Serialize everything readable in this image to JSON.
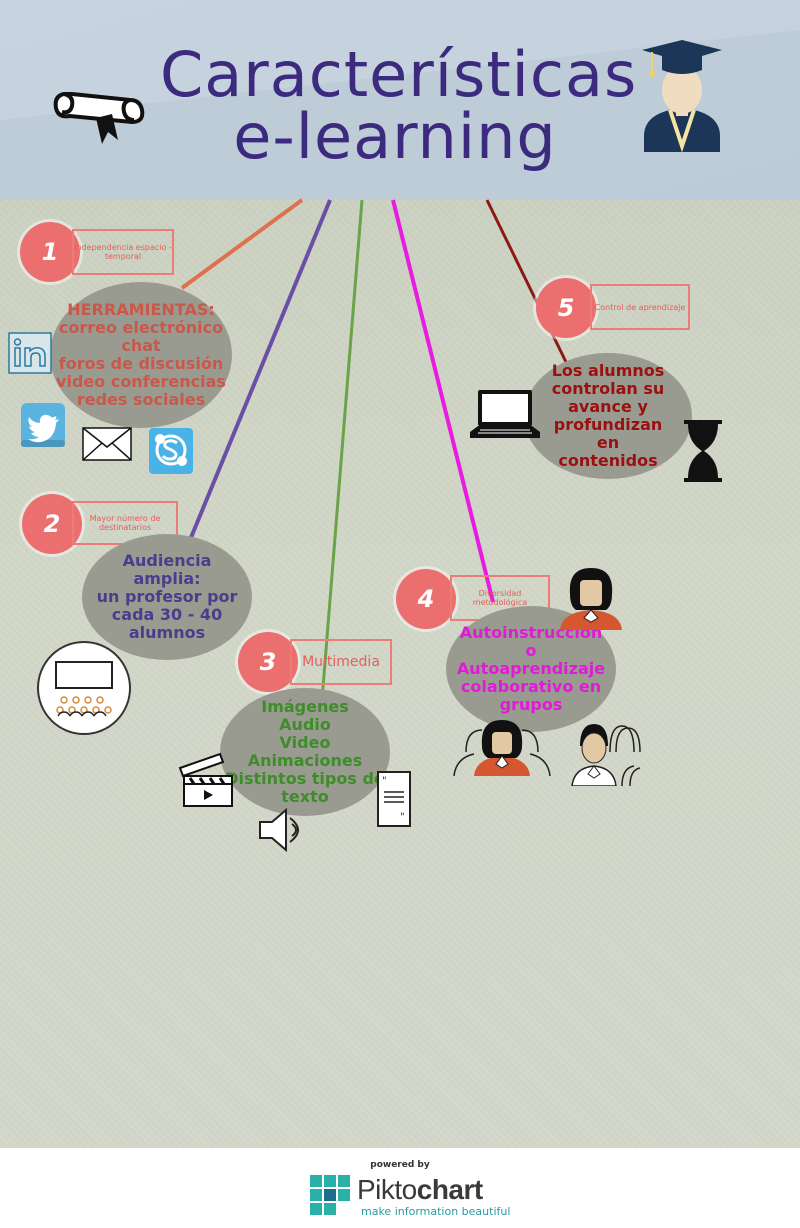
{
  "header": {
    "title_line1": "Características",
    "title_line2": "e-learning"
  },
  "items": [
    {
      "number": "1",
      "tag": "Independencia espacio - temporal",
      "bubble_lines": [
        "HERRAMIENTAS:",
        "correo electrónico",
        "chat",
        "foros de discusión",
        "video conferencias",
        "redes sociales"
      ],
      "color": "#c9584a",
      "line_color": "#e0714e"
    },
    {
      "number": "2",
      "tag": "Mayor número de destinatarios",
      "bubble_lines": [
        "Audiencia",
        "amplia:",
        "un profesor por",
        "cada 30 - 40",
        "alumnos"
      ],
      "color": "#4d3b8c",
      "line_color": "#6b4fa6"
    },
    {
      "number": "3",
      "tag": "Multimedia",
      "bubble_lines": [
        "Imágenes",
        "Audio",
        "Video",
        "Animaciones",
        "Distintos tipos de",
        "texto"
      ],
      "color": "#3e8c2a",
      "line_color": "#6aa34a"
    },
    {
      "number": "4",
      "tag": "Diversidad metodológica",
      "bubble_lines": [
        "Autoinstrucción",
        "o",
        "Autoaprendizaje",
        "colaborativo en",
        "grupos"
      ],
      "color": "#e01bd6",
      "line_color": "#e81be0"
    },
    {
      "number": "5",
      "tag": "Control de aprendizaje",
      "bubble_lines": [
        "Los alumnos",
        "controlan su",
        "avance y",
        "profundizan",
        "en",
        "contenidos"
      ],
      "color": "#9a1010",
      "line_color": "#8c1a14"
    }
  ],
  "icons": {
    "linkedin": "linkedin-icon",
    "twitter": "twitter-icon",
    "mail": "envelope-icon",
    "skype": "skype-icon"
  },
  "footer": {
    "powered": "powered by",
    "brand_a": "Pikto",
    "brand_b": "chart",
    "tagline": "make information beautiful"
  }
}
